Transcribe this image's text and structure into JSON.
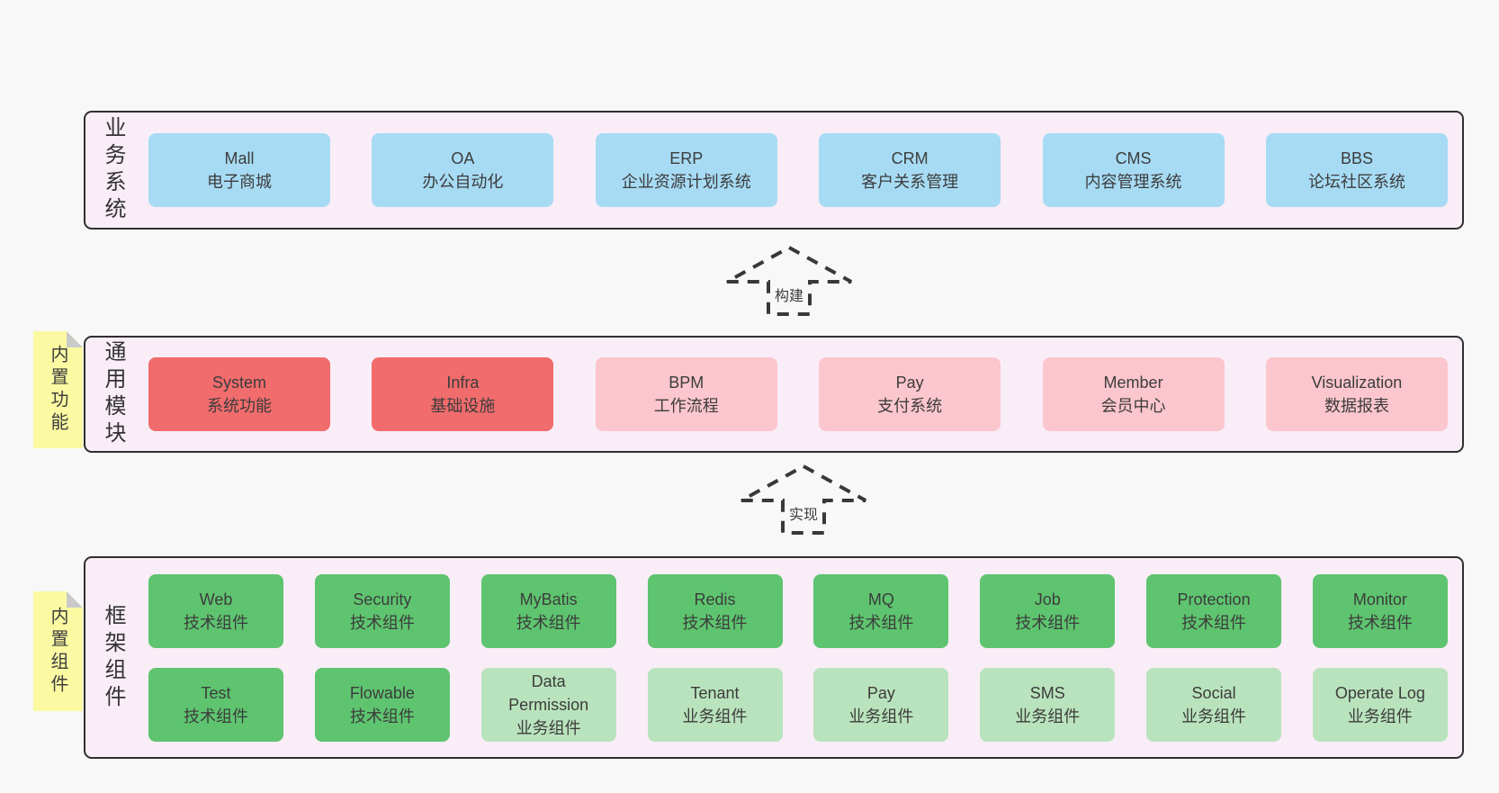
{
  "colors": {
    "page_bg": "#f8f8f8",
    "section_bg": "#f9edf7",
    "section_border": "#2f2f2f",
    "blue_box": "#a7dbf4",
    "red_box": "#f16c6c",
    "pink_box": "#fcc6ce",
    "green_box": "#5ec46f",
    "light_green_box": "#b9e3bc",
    "sticky_yellow": "#fbfaa2",
    "sticky_fold_gray": "#c9c9c9",
    "text": "#3c3c3c"
  },
  "arrows": [
    {
      "label": "构建"
    },
    {
      "label": "实现"
    }
  ],
  "sections": [
    {
      "label": "业务系统",
      "boxes": [
        {
          "title": "Mall",
          "subtitle": "电子商城",
          "color": "blue"
        },
        {
          "title": "OA",
          "subtitle": "办公自动化",
          "color": "blue"
        },
        {
          "title": "ERP",
          "subtitle": "企业资源计划系统",
          "color": "blue"
        },
        {
          "title": "CRM",
          "subtitle": "客户关系管理",
          "color": "blue"
        },
        {
          "title": "CMS",
          "subtitle": "内容管理系统",
          "color": "blue"
        },
        {
          "title": "BBS",
          "subtitle": "论坛社区系统",
          "color": "blue"
        }
      ]
    },
    {
      "label": "通用模块",
      "sticky": "内置功能",
      "boxes": [
        {
          "title": "System",
          "subtitle": "系统功能",
          "color": "red"
        },
        {
          "title": "Infra",
          "subtitle": "基础设施",
          "color": "red"
        },
        {
          "title": "BPM",
          "subtitle": "工作流程",
          "color": "pink"
        },
        {
          "title": "Pay",
          "subtitle": "支付系统",
          "color": "pink"
        },
        {
          "title": "Member",
          "subtitle": "会员中心",
          "color": "pink"
        },
        {
          "title": "Visualization",
          "subtitle": "数据报表",
          "color": "pink"
        }
      ]
    },
    {
      "label": "框架组件",
      "sticky": "内置组件",
      "rows": [
        {
          "boxes": [
            {
              "title": "Web",
              "subtitle": "技术组件",
              "color": "green"
            },
            {
              "title": "Security",
              "subtitle": "技术组件",
              "color": "green"
            },
            {
              "title": "MyBatis",
              "subtitle": "技术组件",
              "color": "green"
            },
            {
              "title": "Redis",
              "subtitle": "技术组件",
              "color": "green"
            },
            {
              "title": "MQ",
              "subtitle": "技术组件",
              "color": "green"
            },
            {
              "title": "Job",
              "subtitle": "技术组件",
              "color": "green"
            },
            {
              "title": "Protection",
              "subtitle": "技术组件",
              "color": "green"
            },
            {
              "title": "Monitor",
              "subtitle": "技术组件",
              "color": "green"
            }
          ]
        },
        {
          "boxes": [
            {
              "title": "Test",
              "subtitle": "技术组件",
              "color": "green"
            },
            {
              "title": "Flowable",
              "subtitle": "技术组件",
              "color": "green"
            },
            {
              "title": "Data Permission",
              "subtitle": "业务组件",
              "color": "lightgreen"
            },
            {
              "title": "Tenant",
              "subtitle": "业务组件",
              "color": "lightgreen"
            },
            {
              "title": "Pay",
              "subtitle": "业务组件",
              "color": "lightgreen"
            },
            {
              "title": "SMS",
              "subtitle": "业务组件",
              "color": "lightgreen"
            },
            {
              "title": "Social",
              "subtitle": "业务组件",
              "color": "lightgreen"
            },
            {
              "title": "Operate Log",
              "subtitle": "业务组件",
              "color": "lightgreen"
            }
          ]
        }
      ]
    }
  ]
}
